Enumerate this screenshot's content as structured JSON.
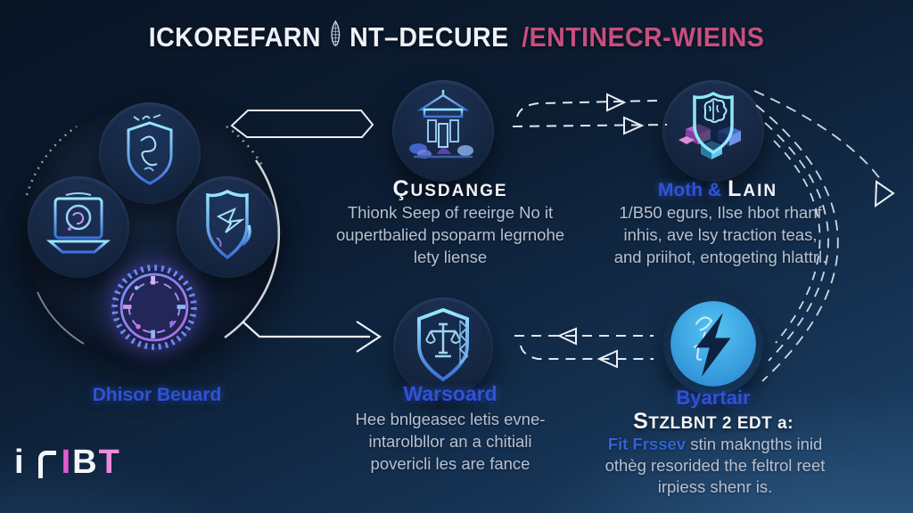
{
  "title": {
    "part1": "ICKOREFARN",
    "part2": "NT–DECURE",
    "part3": "/ENTINECR-WIEINS"
  },
  "hub": {
    "label": "Dhisor Beuard"
  },
  "steps": {
    "cusdange": {
      "heading": "Çusdange",
      "body": "Thionk Seep of reeirge No it\noupertbalied psoparm legrnohe\nlety liense"
    },
    "mothlain": {
      "heading_blue": "Moth &",
      "heading_white": "Lain",
      "body": "1/B50 egurs, Ilse hbot rhanf\ninhis, ave lsy traction teas,\nand priihot, entogeting hlattrl."
    },
    "warsoard": {
      "heading": "Warsoard",
      "body": "Hee bnlgeasec letis evne-\nintarolbllor an a chitiali\npovericli les are fance"
    },
    "byartair": {
      "heading": "Byartair",
      "subheading": "STZLBNT 2 EDT a:",
      "body_prefix": "Fit Frssev",
      "body_rest": " stin makngths inid\nothèg resorided the feltrol reet\nirpiess shenr is."
    }
  },
  "logo": {
    "part_i": "i",
    "letters": [
      {
        "text": "I"
      },
      {
        "text": "B"
      },
      {
        "text": "T"
      }
    ]
  },
  "icons": {
    "title_divider": "feather-icon",
    "hub_top": "shield-crest-icon",
    "hub_left": "laptop-emblem-icon",
    "hub_right": "shield-scribble-icon",
    "hub_bottom": "glow-clock-icon",
    "cusdange": "temple-icon",
    "mothlain": "shield-brain-icon",
    "warsoard": "shield-scales-icon",
    "byartair": "lightning-bolt-icon"
  },
  "colors": {
    "background_top": "#0a1526",
    "background_bottom": "#1f456a",
    "title_white": "#eef2f8",
    "title_pink": "#c84f7e",
    "label_blue": "#2e53d6",
    "body_text": "#b6c1d2",
    "icon_cyan": "#8fd8f2",
    "icon_blue": "#3c7fd8",
    "glow_purple": "#7a5cf0",
    "bolt_circle_blue": "#38a6e8",
    "logo_pink": "#e25ad2"
  }
}
